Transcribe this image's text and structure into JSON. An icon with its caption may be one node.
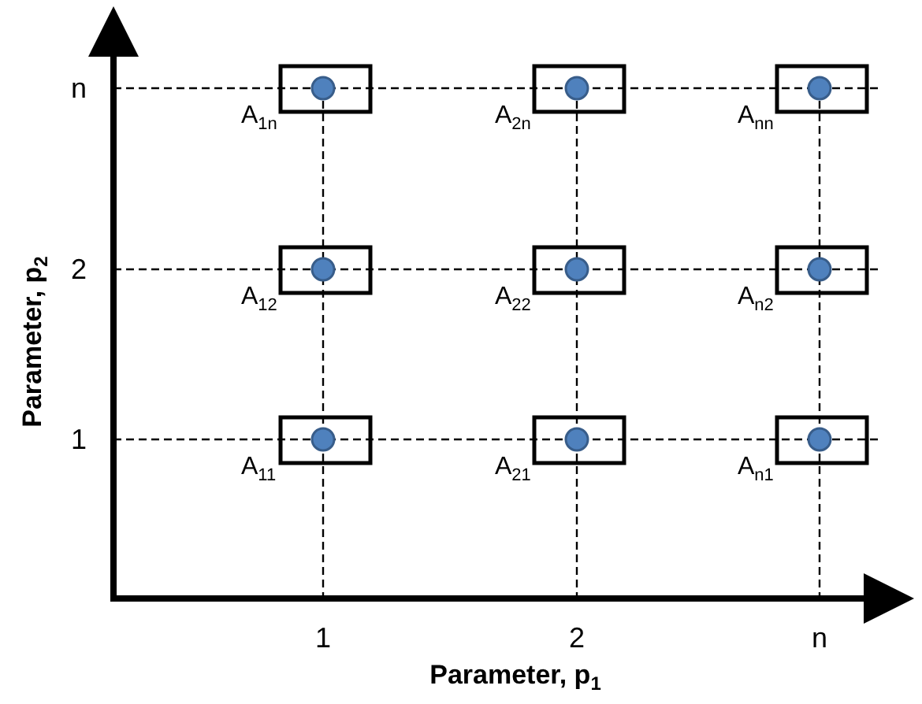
{
  "diagram": {
    "labels": [
      "Parameter, p$_{2}$",
      "n",
      "A$_{1n}$",
      "A$_{2n}$",
      "A$_{nn}$",
      "2",
      "A$_{12}$",
      "A$_{22}$",
      "A$_{n2}$",
      "1",
      "A$_{11}$",
      "A$_{21}$",
      "A$_{n1}$",
      "1",
      "2",
      "n",
      "Parameter, p$_{1}$"
    ]
  }
}
